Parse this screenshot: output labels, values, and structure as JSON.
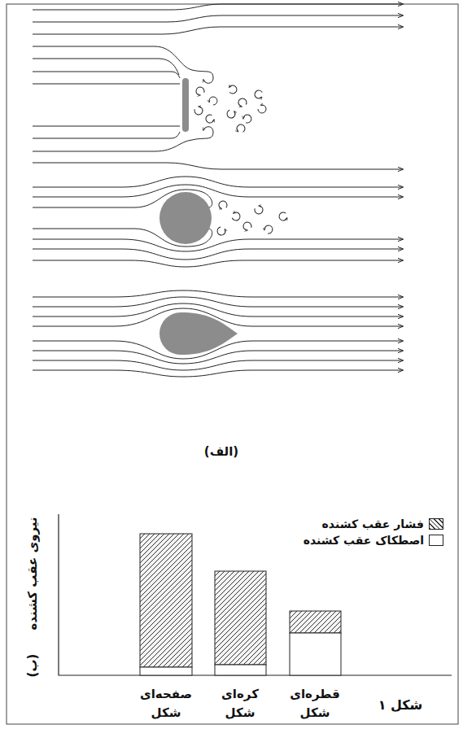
{
  "diagram": {
    "caption": "شکل ۱",
    "labels": [
      "(الف)",
      "نیروی عقب کشنده",
      "(ب)",
      "صفحه‌ای شکل",
      "کره‌ای شکل",
      "قطره‌ای شکل"
    ],
    "legend": [
      {
        "text": "فشار عقب کشنده"
      },
      {
        "text": "اصطکاک عقب کشنده",
        "color": "#ffffff"
      }
    ]
  }
}
